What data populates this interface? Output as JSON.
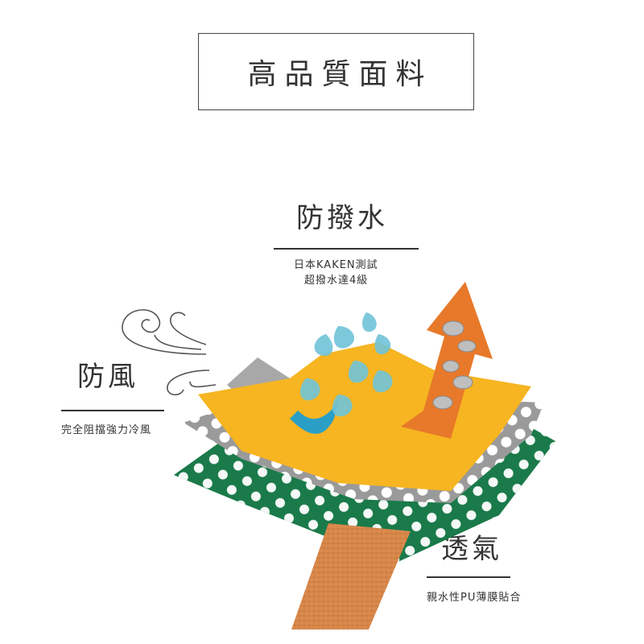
{
  "title": "高品質面料",
  "features": {
    "water": {
      "heading": "防撥水",
      "line1": "日本KAKEN測試",
      "line2": "超撥水達4級"
    },
    "wind": {
      "heading": "防風",
      "desc": "完全阻擋強力冷風"
    },
    "breath": {
      "heading": "透氣",
      "desc": "親水性PU薄膜貼合"
    }
  },
  "colors": {
    "text": "#333333",
    "yellow_layer": "#f6b521",
    "green_layer": "#1a7a4a",
    "dot_layer": "#9a9a9a",
    "arrow": "#e8792a",
    "fabric": "#d8874a",
    "drop": "#6fc4d8"
  }
}
